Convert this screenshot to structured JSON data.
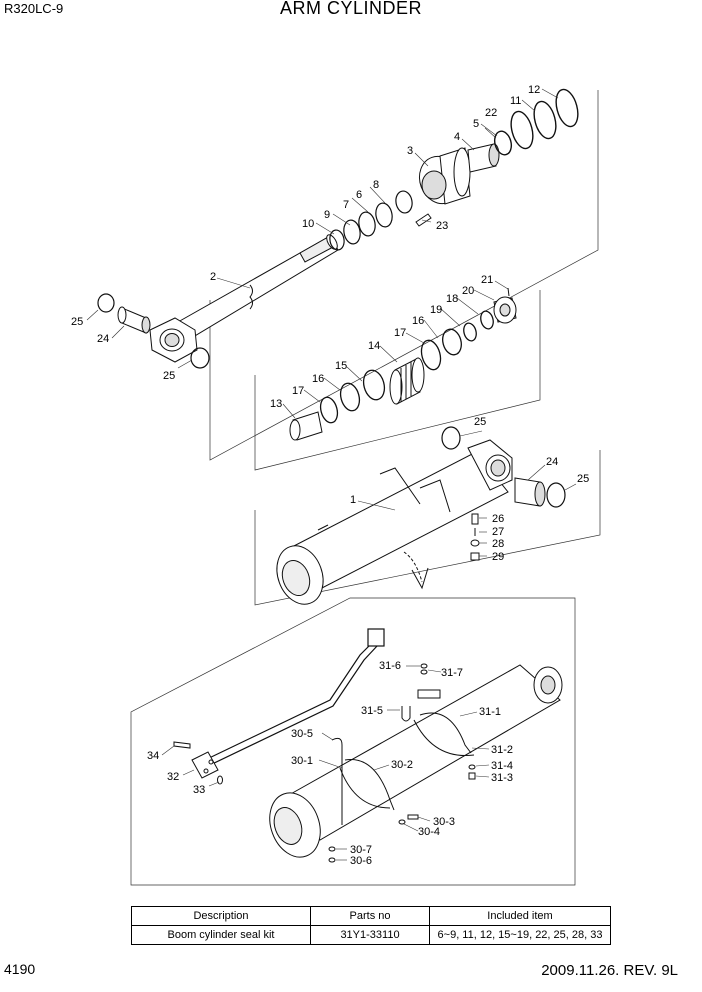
{
  "header": {
    "model": "R320LC-9",
    "title": "ARM CYLINDER"
  },
  "footer": {
    "page_number": "4190",
    "revision": "2009.11.26. REV. 9L"
  },
  "part_labels": {
    "p1": "1",
    "p2": "2",
    "p3": "3",
    "p4": "4",
    "p5": "5",
    "p6": "6",
    "p7": "7",
    "p8": "8",
    "p9": "9",
    "p10": "10",
    "p11": "11",
    "p12": "12",
    "p13": "13",
    "p14": "14",
    "p15": "15",
    "p16a": "16",
    "p16b": "16",
    "p17a": "17",
    "p17b": "17",
    "p18": "18",
    "p19": "19",
    "p20": "20",
    "p21": "21",
    "p22": "22",
    "p23": "23",
    "p24a": "24",
    "p24b": "24",
    "p25a": "25",
    "p25b": "25",
    "p25c": "25",
    "p25d": "25",
    "p26": "26",
    "p27": "27",
    "p28": "28",
    "p29": "29",
    "p30_1": "30-1",
    "p30_2": "30-2",
    "p30_3": "30-3",
    "p30_4": "30-4",
    "p30_5": "30-5",
    "p30_6": "30-6",
    "p30_7": "30-7",
    "p31_1": "31-1",
    "p31_2": "31-2",
    "p31_3": "31-3",
    "p31_4": "31-4",
    "p31_5": "31-5",
    "p31_6": "31-6",
    "p31_7": "31-7",
    "p32": "32",
    "p33": "33",
    "p34": "34"
  },
  "kit_table": {
    "headers": [
      "Description",
      "Parts no",
      "Included item"
    ],
    "rows": [
      [
        "Boom cylinder seal kit",
        "31Y1-33110",
        "6~9, 11, 12, 15~19, 22, 25, 28, 33"
      ]
    ]
  }
}
